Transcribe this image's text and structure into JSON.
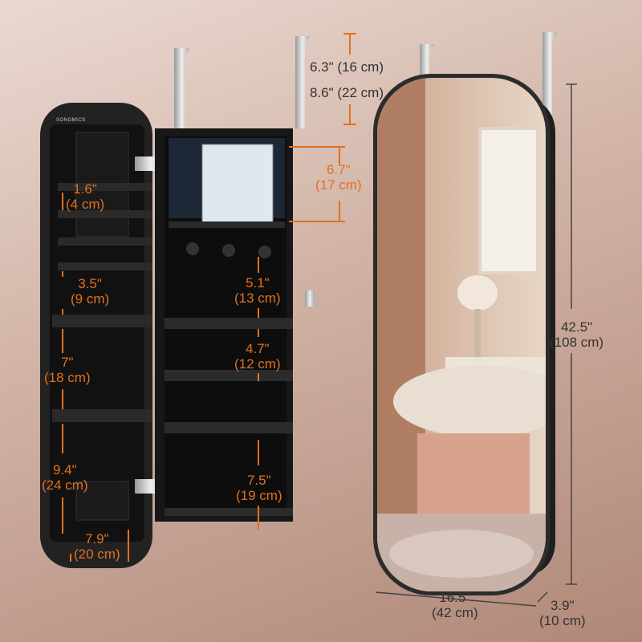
{
  "brand": "SONGMICS",
  "hook_height": {
    "a": "6.3\" (16 cm)",
    "b": "8.6\" (22 cm)"
  },
  "mirror_small": {
    "in": "6.7\"",
    "cm": "(17 cm)"
  },
  "rack_gap": {
    "in": "1.6\"",
    "cm": "(4 cm)"
  },
  "hook_gap": {
    "in": "3.5\"",
    "cm": "(9 cm)"
  },
  "door_gap": {
    "in": "7\"",
    "cm": "(18 cm)"
  },
  "pocket_height": {
    "in": "9.4\"",
    "cm": "(24 cm)"
  },
  "pocket_width": {
    "in": "7.9\"",
    "cm": "(20 cm)"
  },
  "shelf_top": {
    "in": "5.1\"",
    "cm": "(13 cm)"
  },
  "shelf_mid": {
    "in": "4.7\"",
    "cm": "(12 cm)"
  },
  "shelf_bottom": {
    "in": "7.5\"",
    "cm": "(19 cm)"
  },
  "total_height": {
    "in": "42.5\"",
    "cm": "(108 cm)"
  },
  "width": {
    "in": "16.5\"",
    "cm": "(42 cm)"
  },
  "depth": {
    "in": "3.9\"",
    "cm": "(10 cm)"
  }
}
